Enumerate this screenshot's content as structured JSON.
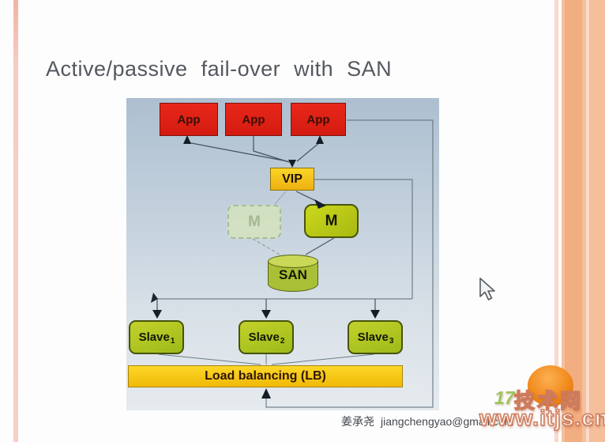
{
  "slide": {
    "title": "Active/passive fail-over with SAN",
    "credit_name": "姜承尧",
    "credit_email": "jiangchengyao@gmail.com"
  },
  "diagram": {
    "app_nodes": [
      {
        "label": "App"
      },
      {
        "label": "App"
      },
      {
        "label": "App"
      }
    ],
    "vip_label": "VIP",
    "master_standby_label": "M",
    "master_active_label": "M",
    "san_label": "SAN",
    "slaves": [
      {
        "label": "Slave",
        "sub": "1"
      },
      {
        "label": "Slave",
        "sub": "2"
      },
      {
        "label": "Slave",
        "sub": "3"
      }
    ],
    "lb_label": "Load balancing (LB)"
  },
  "watermark": {
    "logo_number": "17",
    "logo_text": "技术网",
    "site_url": "www.itjs.cn"
  },
  "colors": {
    "app_red": "#d41b10",
    "vip_yellow": "#f5c418",
    "master_green": "#b4c417",
    "standby_green": "#d6e3bc",
    "san_green": "#a9bf35",
    "slave_green": "#a7c020",
    "lb_yellow": "#f6c816",
    "panel_blue_top": "#adbfd0",
    "panel_blue_bottom": "#e5eaee",
    "stripe_pink": "#f6c0b4",
    "stripe_peach": "#f2ad80",
    "ball_orange": "#f18a1c"
  }
}
